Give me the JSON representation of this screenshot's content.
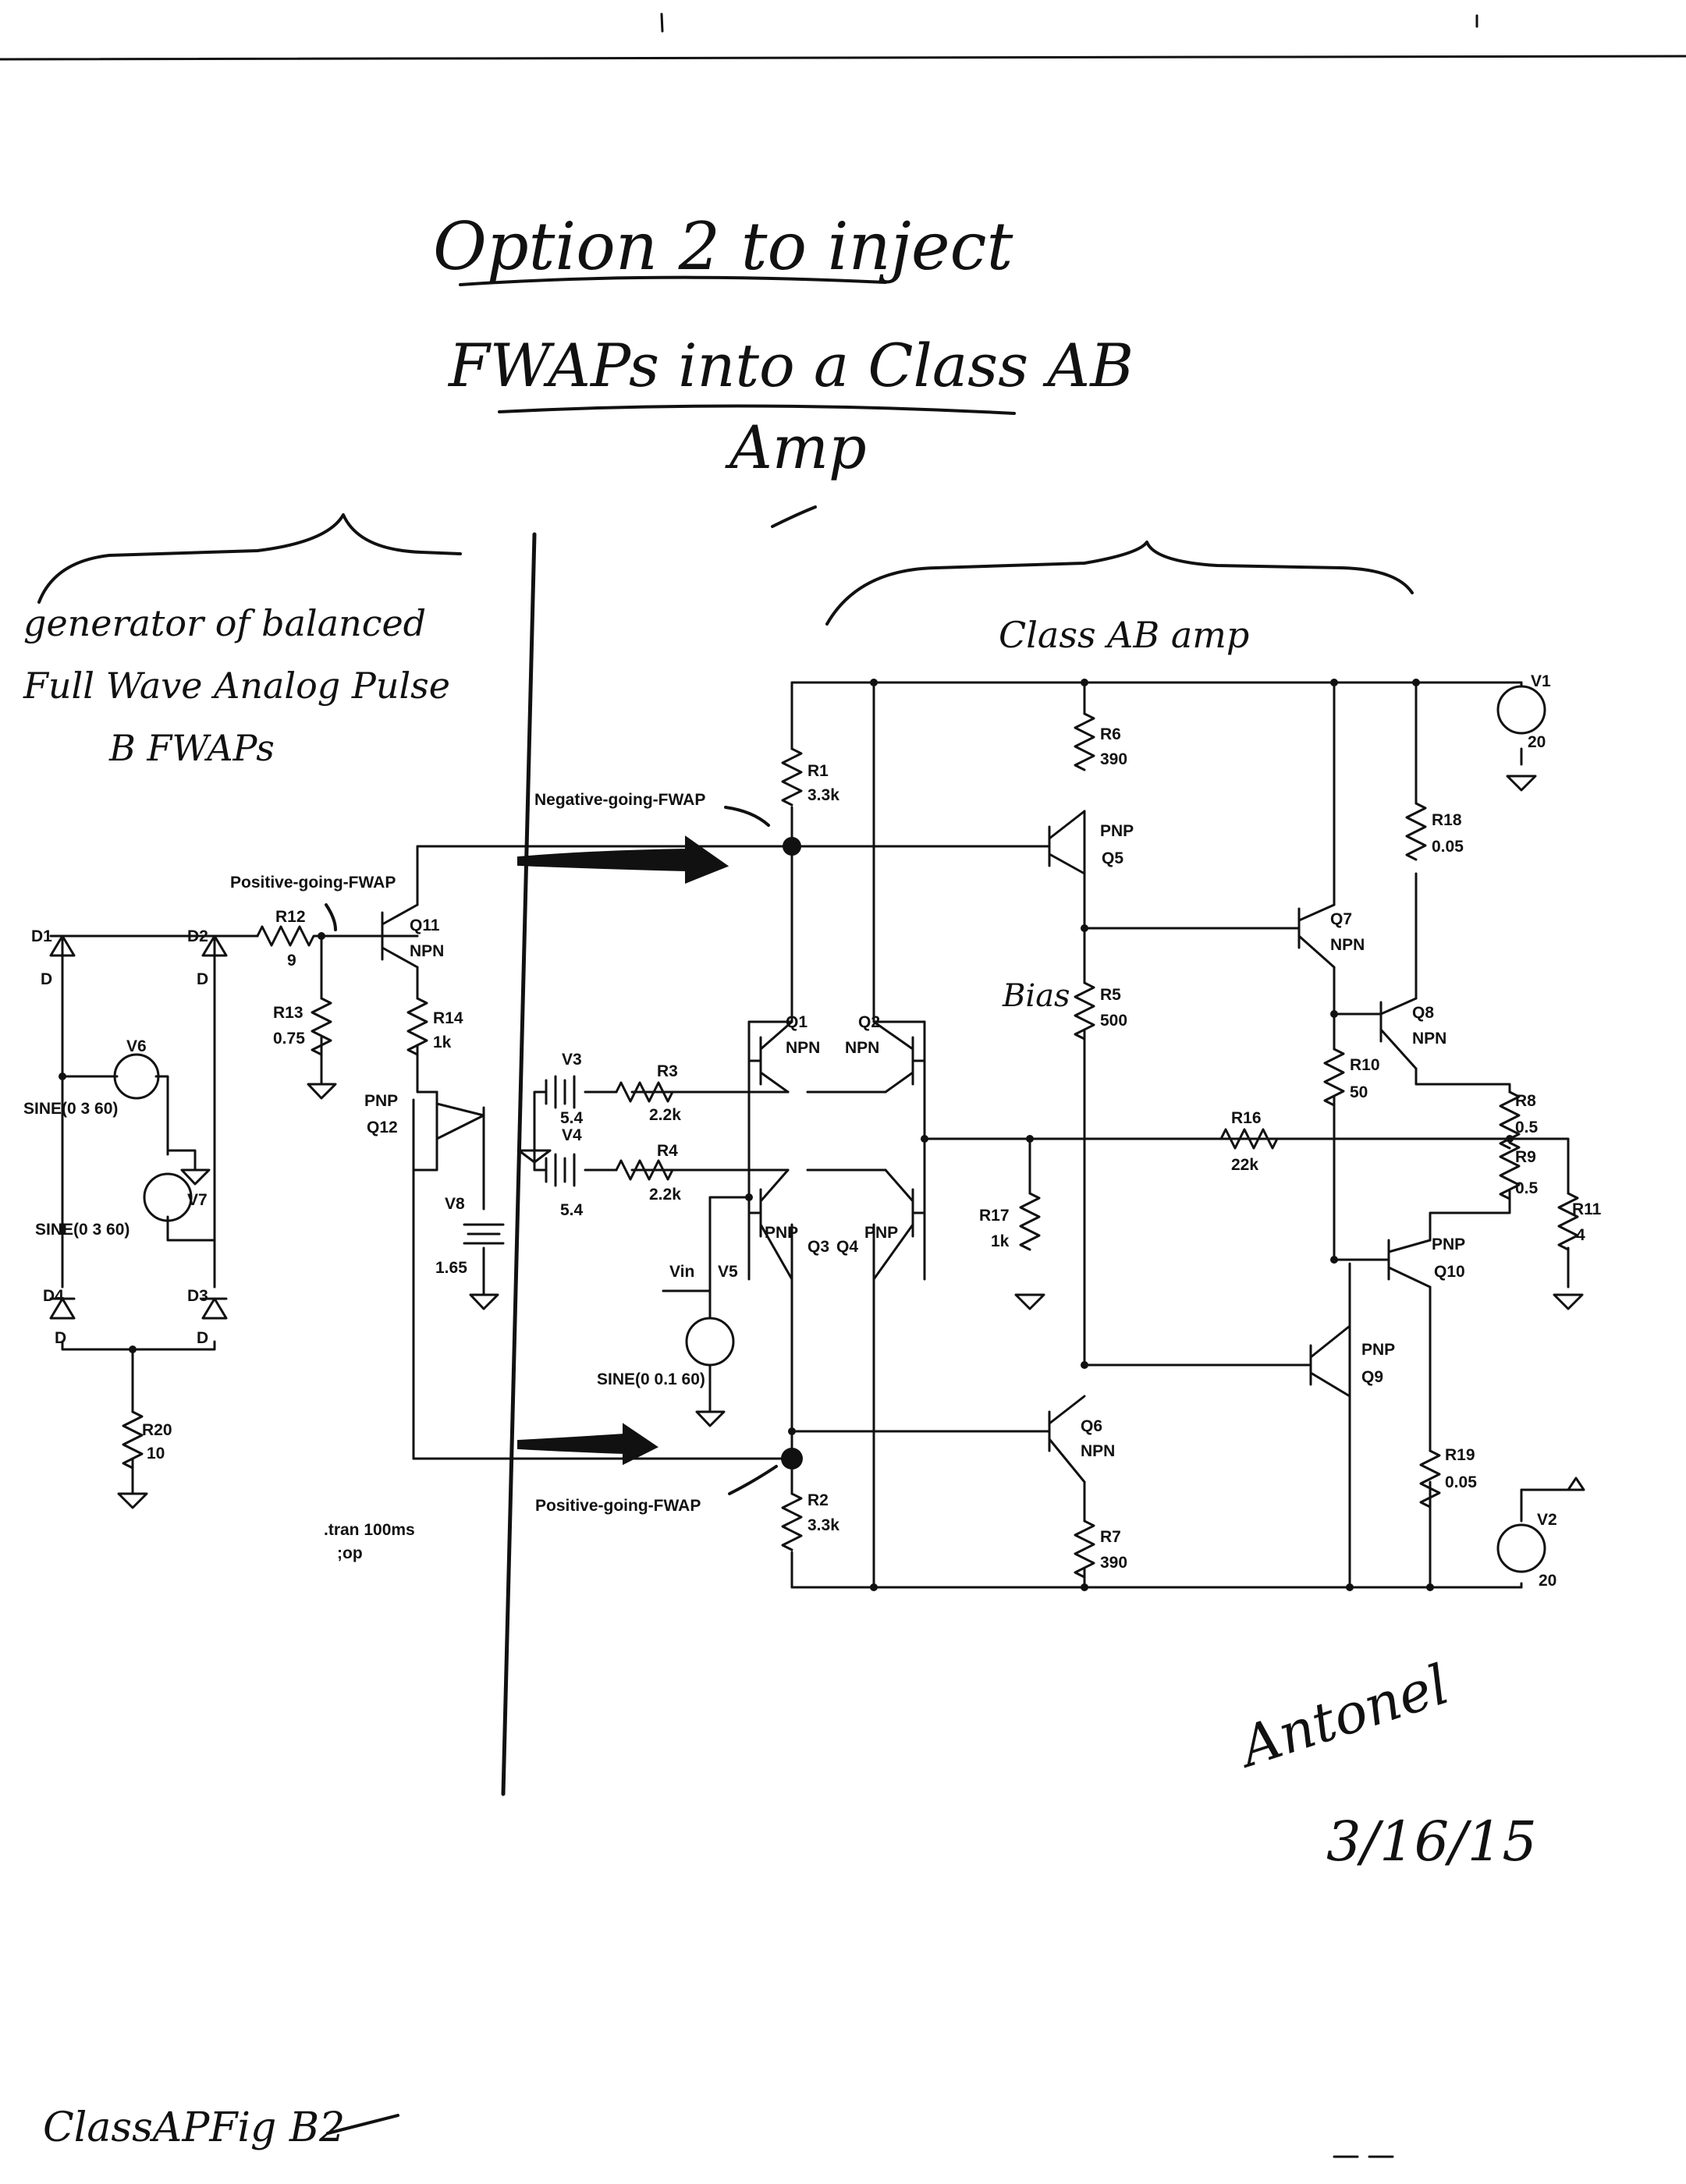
{
  "title": {
    "line1": "Option 2 to inject",
    "line2": "FWAPs into a Class AB",
    "line3": "Amp"
  },
  "left_note": {
    "line1": "generator of balanced",
    "line2": "Full Wave Analog Pulse",
    "line3": "B FWAPs"
  },
  "amp_note": "Class AB amp",
  "bias_note": "Bias",
  "signature": {
    "name": "Antonel",
    "date": "3/16/15"
  },
  "footer_note": "ClassAPFig B2",
  "net_labels": {
    "negative_fwap": "Negative-going-FWAP",
    "positive_fwap_top": "Positive-going-FWAP",
    "positive_fwap_bottom": "Positive-going-FWAP",
    "vin": "Vin"
  },
  "directives": {
    "tran": ".tran 100ms",
    "op": ";op"
  },
  "components": {
    "D1": {
      "name": "D1",
      "model": "D"
    },
    "D2": {
      "name": "D2",
      "model": "D"
    },
    "D3": {
      "name": "D3",
      "model": "D"
    },
    "D4": {
      "name": "D4",
      "model": "D"
    },
    "V6": {
      "name": "V6",
      "value": "SINE(0 3 60)"
    },
    "V7": {
      "name": "V7",
      "value": "SINE(0 3 60)"
    },
    "R20": {
      "name": "R20",
      "value": "10"
    },
    "R12": {
      "name": "R12",
      "value": "9"
    },
    "R13": {
      "name": "R13",
      "value": "0.75"
    },
    "Q11": {
      "name": "Q11",
      "type": "NPN"
    },
    "R14": {
      "name": "R14",
      "value": "1k"
    },
    "Q12": {
      "name": "Q12",
      "type": "PNP"
    },
    "V8": {
      "name": "V8",
      "value": "1.65"
    },
    "V3": {
      "name": "V3",
      "value": "5.4"
    },
    "V4": {
      "name": "V4",
      "value": "5.4"
    },
    "R3": {
      "name": "R3",
      "value": "2.2k"
    },
    "R4": {
      "name": "R4",
      "value": "2.2k"
    },
    "V5": {
      "name": "V5",
      "value": "SINE(0 0.1 60)"
    },
    "R1": {
      "name": "R1",
      "value": "3.3k"
    },
    "R2": {
      "name": "R2",
      "value": "3.3k"
    },
    "Q1": {
      "name": "Q1",
      "type": "NPN"
    },
    "Q2": {
      "name": "Q2",
      "type": "NPN"
    },
    "Q3": {
      "name": "Q3",
      "type": "PNP"
    },
    "Q4": {
      "name": "Q4",
      "type": "PNP"
    },
    "R6": {
      "name": "R6",
      "value": "390"
    },
    "Q5": {
      "name": "Q5",
      "type": "PNP"
    },
    "R5": {
      "name": "R5",
      "value": "500"
    },
    "Q6": {
      "name": "Q6",
      "type": "NPN"
    },
    "R7": {
      "name": "R7",
      "value": "390"
    },
    "R17": {
      "name": "R17",
      "value": "1k"
    },
    "R16": {
      "name": "R16",
      "value": "22k"
    },
    "Q7": {
      "name": "Q7",
      "type": "NPN"
    },
    "Q8": {
      "name": "Q8",
      "type": "NPN"
    },
    "R10": {
      "name": "R10",
      "value": "50"
    },
    "Q9": {
      "name": "Q9",
      "type": "PNP"
    },
    "Q10": {
      "name": "Q10",
      "type": "PNP"
    },
    "R18": {
      "name": "R18",
      "value": "0.05"
    },
    "R19": {
      "name": "R19",
      "value": "0.05"
    },
    "R8": {
      "name": "R8",
      "value": "0.5"
    },
    "R9": {
      "name": "R9",
      "value": "0.5"
    },
    "R11": {
      "name": "R11",
      "value": "4"
    },
    "V1": {
      "name": "V1",
      "value": "20"
    },
    "V2": {
      "name": "V2",
      "value": "20"
    }
  }
}
